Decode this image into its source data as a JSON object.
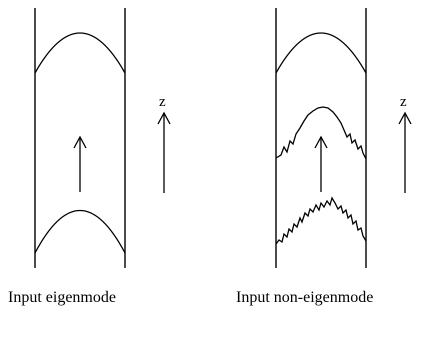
{
  "panels": [
    {
      "id": "eigenmode",
      "caption": "Input eigenmode",
      "axis_label": "z",
      "profiles": [
        "smooth",
        "smooth"
      ]
    },
    {
      "id": "non-eigenmode",
      "caption": "Input non-eigenmode",
      "axis_label": "z",
      "profiles": [
        "smooth",
        "slightly-jagged",
        "highly-jagged"
      ]
    }
  ],
  "colors": {
    "line": "#000000",
    "background": "#ffffff"
  }
}
